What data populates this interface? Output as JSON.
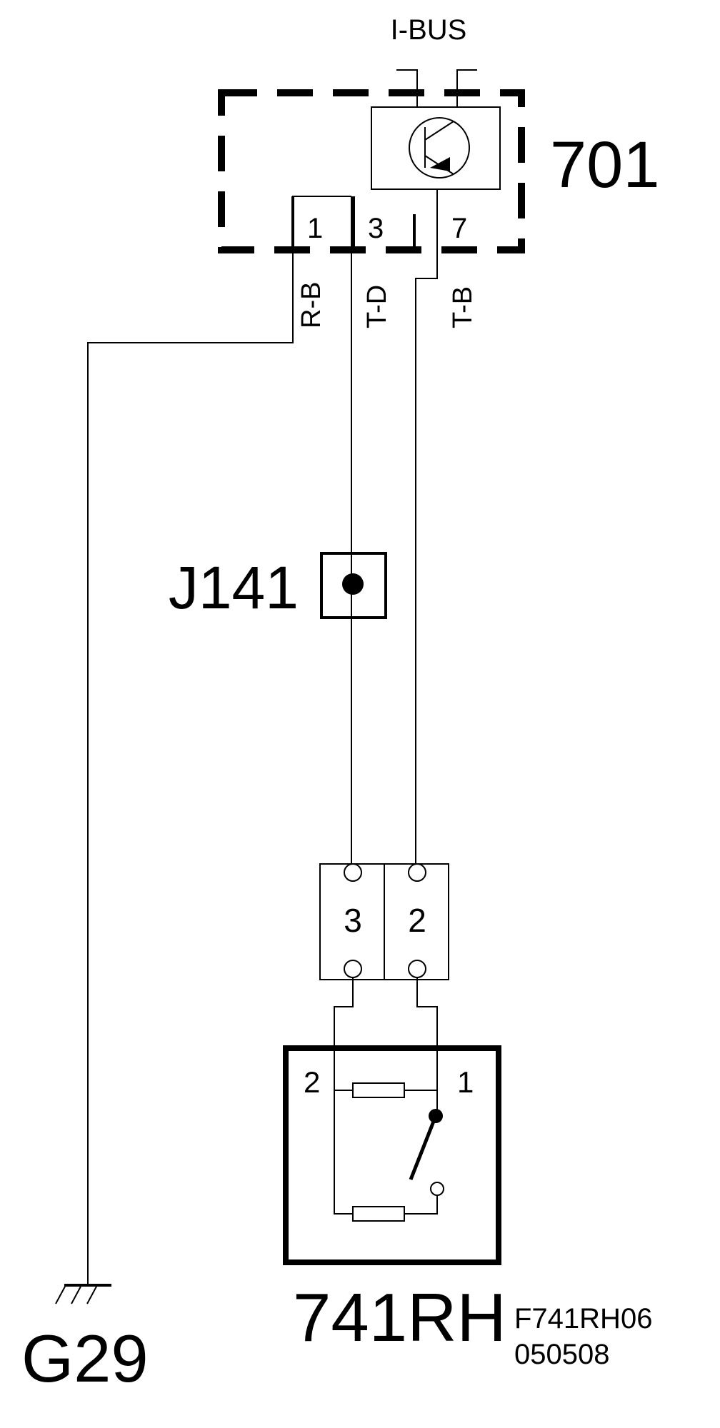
{
  "bus_label": "I-BUS",
  "module": {
    "id": "701",
    "pins": {
      "p1": "1",
      "p3": "3",
      "p7": "7"
    }
  },
  "wires": {
    "w1": "R-B",
    "w2": "T-D",
    "w3": "T-B"
  },
  "splice": {
    "id": "J141"
  },
  "connector": {
    "pin_a": "3",
    "pin_b": "2"
  },
  "component": {
    "id": "741RH",
    "pin_left": "2",
    "pin_right": "1"
  },
  "ground": {
    "id": "G29"
  },
  "footer": {
    "ref": "F741RH06",
    "date": "050508"
  }
}
